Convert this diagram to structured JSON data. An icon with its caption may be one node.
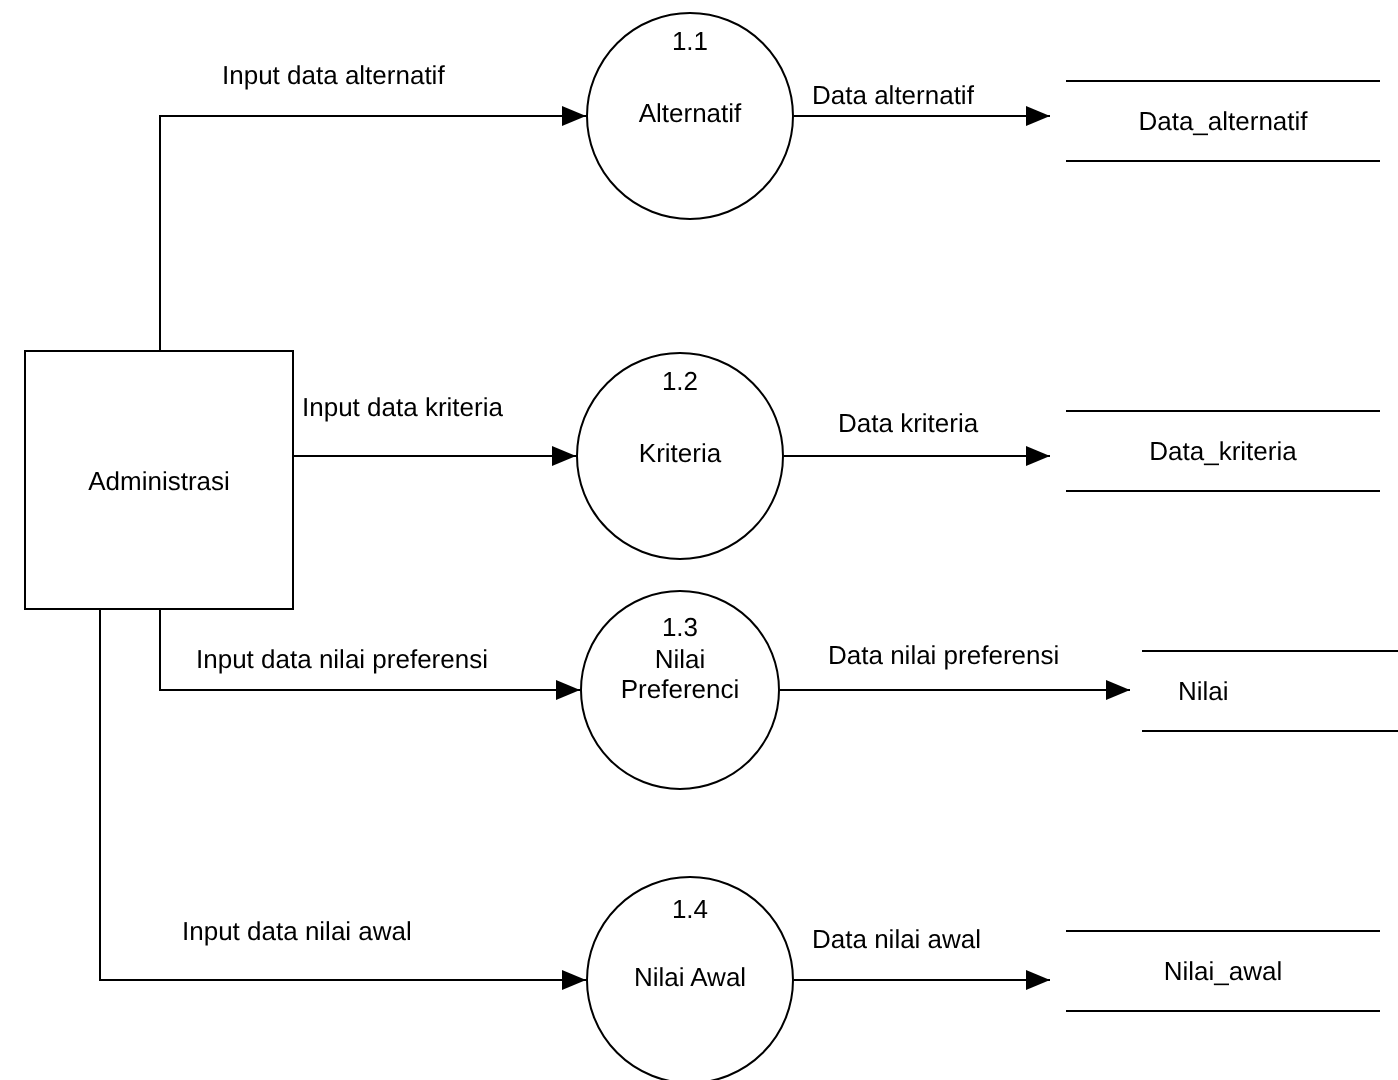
{
  "diagram": {
    "nodes": [
      {
        "text": [
          "Administrasi"
        ]
      },
      {
        "text": [
          "1.1",
          "Alternatif"
        ]
      },
      {
        "text": [
          "Data_alternatif"
        ]
      },
      {
        "text": [
          "1.2",
          "Kriteria"
        ]
      },
      {
        "text": [
          "Data_kriteria"
        ]
      },
      {
        "text": [
          "1.3",
          "Nilai Preferenci"
        ]
      },
      {
        "text": [
          "Nilai"
        ]
      },
      {
        "text": [
          "1.4",
          "Nilai Awal"
        ]
      },
      {
        "text": [
          "Nilai_awal"
        ]
      }
    ],
    "edges": [
      {
        "from": 0,
        "to": 1,
        "arrow": "to",
        "label": "Input data alternatif"
      },
      {
        "from": 0,
        "to": 3,
        "arrow": "to",
        "label": "Input data kriteria"
      },
      {
        "from": 0,
        "to": 5,
        "arrow": "to",
        "label": "Input data nilai preferensi"
      },
      {
        "from": 0,
        "to": 7,
        "arrow": "to",
        "label": "Input data nilai awal"
      },
      {
        "from": 1,
        "to": 2,
        "arrow": "to",
        "label": "Data alternatif"
      },
      {
        "from": 3,
        "to": 4,
        "arrow": "to",
        "label": "Data kriteria"
      },
      {
        "from": 5,
        "to": 6,
        "arrow": "to",
        "label": "Data nilai preferensi"
      },
      {
        "from": 7,
        "to": 8,
        "arrow": "to",
        "label": "Data nilai awal"
      }
    ]
  }
}
